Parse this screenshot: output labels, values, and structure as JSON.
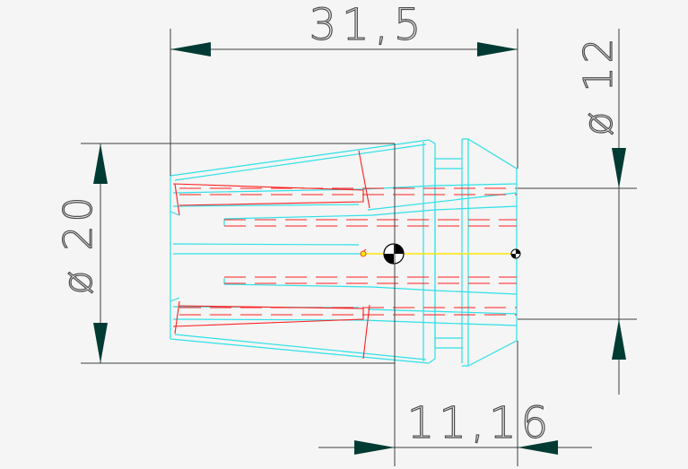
{
  "drawing": {
    "colors": {
      "background": "#f4f5f4",
      "body_outline": "#2fe0e8",
      "slots": "#ff2020",
      "axis": "#ffe600",
      "dimension_lines": "#404040",
      "arrows": "#003b33",
      "dim_text": "#4a4a4a"
    },
    "dimensions": {
      "overall_length": "31,5",
      "bore_diameter": "ø 12",
      "outer_diameter": "ø 20",
      "cone_length": "11,16"
    },
    "markers": {
      "center_large": "center-of-mass-icon",
      "center_small": "center-of-mass-icon"
    }
  }
}
